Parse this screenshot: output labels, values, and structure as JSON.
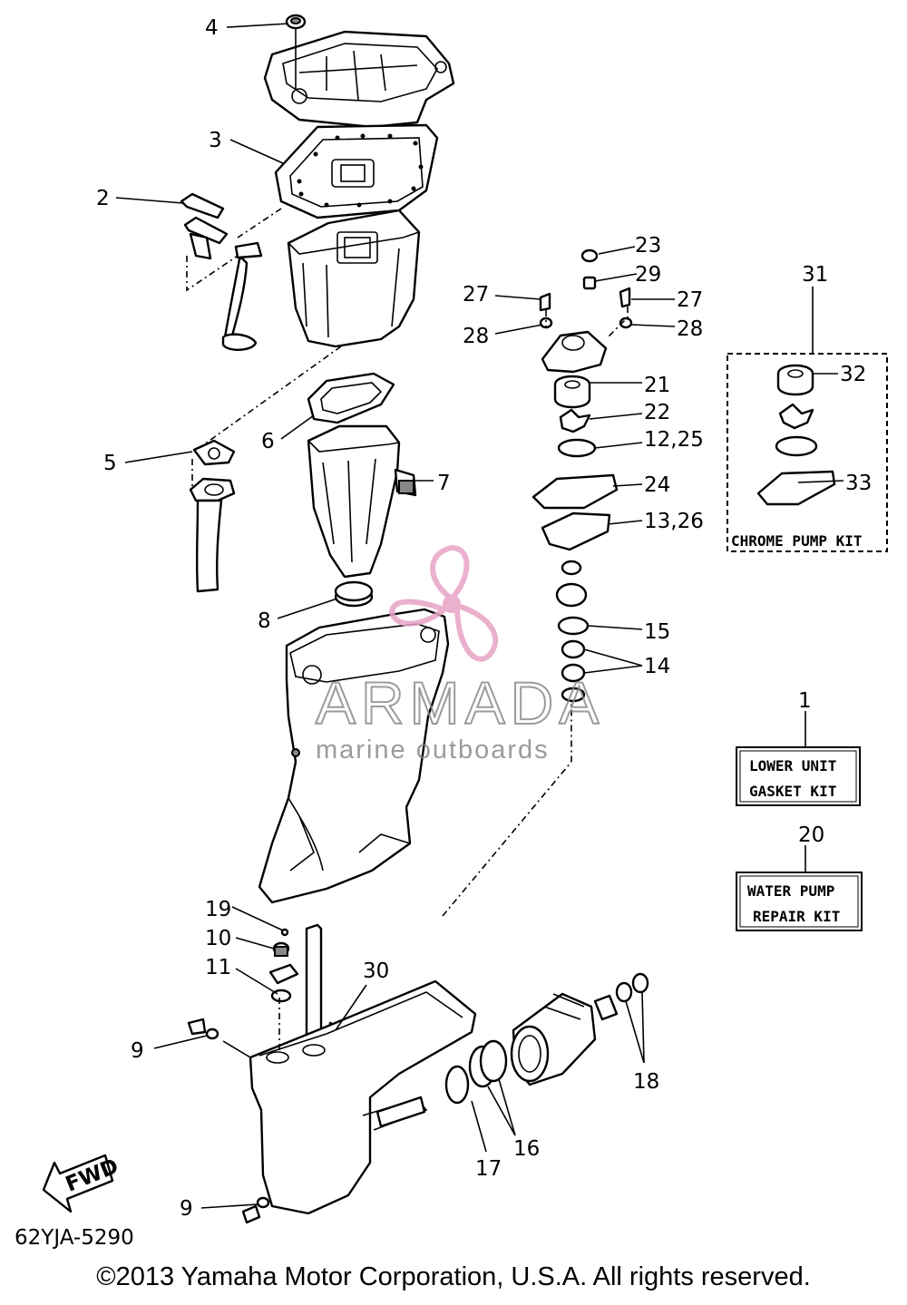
{
  "diagram": {
    "callouts": [
      "1",
      "2",
      "3",
      "4",
      "5",
      "6",
      "7",
      "8",
      "9",
      "9",
      "10",
      "11",
      "12,25",
      "13,26",
      "14",
      "15",
      "16",
      "17",
      "18",
      "19",
      "20",
      "21",
      "22",
      "23",
      "24",
      "27",
      "27",
      "28",
      "28",
      "29",
      "30",
      "31",
      "32",
      "33"
    ],
    "kits": {
      "lower_unit": {
        "number": "1",
        "line1": "LOWER UNIT",
        "line2": "GASKET KIT"
      },
      "water_pump": {
        "number": "20",
        "line1": "WATER PUMP",
        "line2": "REPAIR KIT"
      },
      "chrome_pump": {
        "number": "31",
        "label": "CHROME PUMP KIT"
      }
    },
    "fwd_label": "FWD",
    "diagram_code": "62YJA-5290"
  },
  "watermark": {
    "title": "ARMADA",
    "subtitle": "marine outboards",
    "accent": "#e8a3c6"
  },
  "footer": {
    "copyright": "©2013 Yamaha Motor Corporation, U.S.A. All rights reserved."
  }
}
